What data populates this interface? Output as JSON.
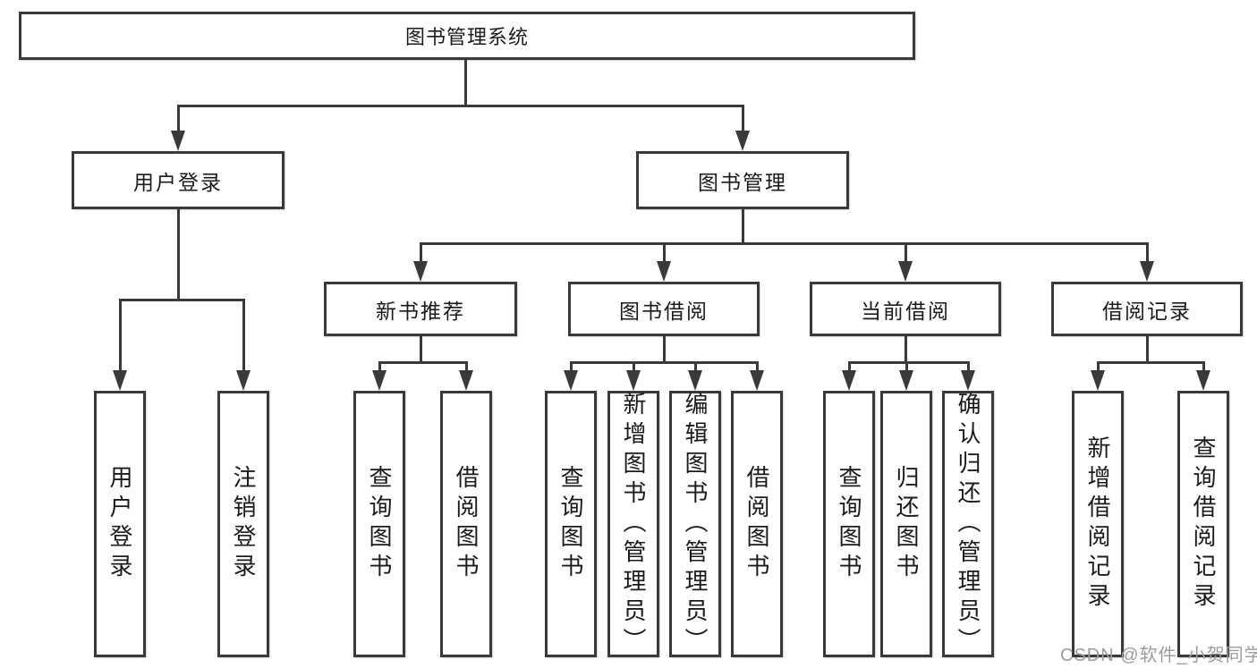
{
  "diagram": {
    "title": "图书管理系统",
    "watermark": "CSDN @软件_小贺同学",
    "colors": {
      "line": "#3a3a3a",
      "border": "#3a3a3a",
      "text": "#1b1b1b",
      "watermark": "#9c9c9c",
      "background": "#ffffff"
    },
    "nodes": {
      "root": {
        "label": "图书管理系统"
      },
      "user_login": {
        "label": "用户登录"
      },
      "book_mgmt": {
        "label": "图书管理"
      },
      "new_book_rec": {
        "label": "新书推荐"
      },
      "book_borrow": {
        "label": "图书借阅"
      },
      "current_borrow": {
        "label": "当前借阅"
      },
      "borrow_records": {
        "label": "借阅记录"
      },
      "leaf_user_login": {
        "label": "用户登录"
      },
      "leaf_logout": {
        "label": "注销登录"
      },
      "leaf_rec_query_books": {
        "label": "查询图书"
      },
      "leaf_rec_borrow_books": {
        "label": "借阅图书"
      },
      "leaf_bb_query_books": {
        "label": "查询图书"
      },
      "leaf_bb_add_books_admin": {
        "label": "新增图书（管理员）"
      },
      "leaf_bb_edit_books_admin": {
        "label": "编辑图书（管理员）"
      },
      "leaf_bb_borrow_books": {
        "label": "借阅图书"
      },
      "leaf_cb_query_books": {
        "label": "查询图书"
      },
      "leaf_cb_return_books": {
        "label": "归还图书"
      },
      "leaf_cb_confirm_return_admin": {
        "label": "确认归还（管理员）"
      },
      "leaf_br_add_record": {
        "label": "新增借阅记录"
      },
      "leaf_br_query_record": {
        "label": "查询借阅记录"
      }
    }
  }
}
